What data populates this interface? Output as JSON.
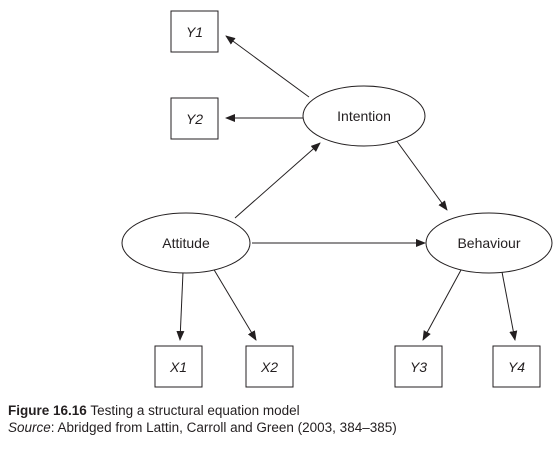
{
  "diagram": {
    "latent": {
      "intention": "Intention",
      "attitude": "Attitude",
      "behaviour": "Behaviour"
    },
    "observed": {
      "y1": "Y1",
      "y2": "Y2",
      "x1": "X1",
      "x2": "X2",
      "y3": "Y3",
      "y4": "Y4"
    },
    "colors": {
      "stroke": "#231f20",
      "text": "#231f20"
    }
  },
  "caption": {
    "figure_label": "Figure 16.16",
    "figure_title": "Testing a structural equation model",
    "source_label": "Source",
    "source_text": ": Abridged from Lattin, Carroll and Green (2003, 384–385)"
  }
}
